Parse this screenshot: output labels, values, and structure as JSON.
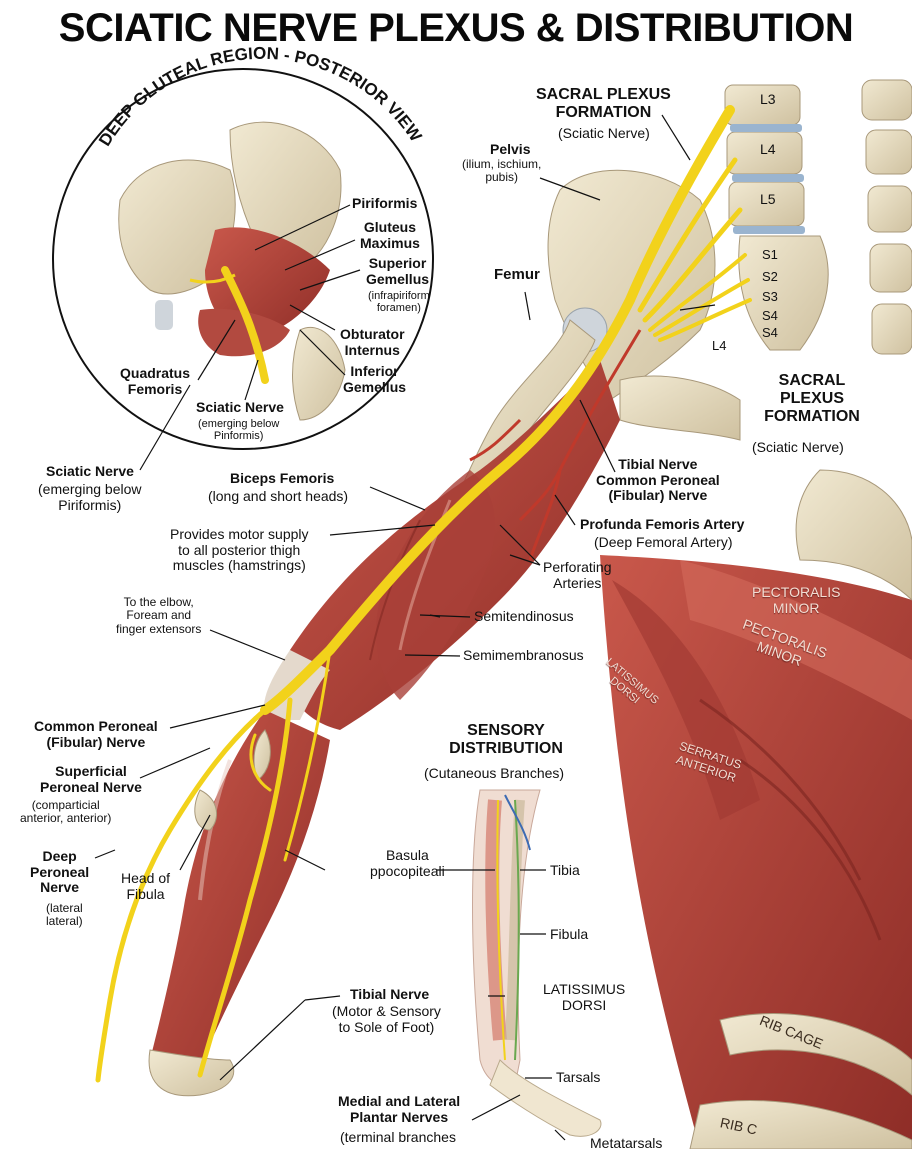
{
  "title": "SCIATIC NERVE PLEXUS & DISTRIBUTION",
  "inset": {
    "heading": "DEEP GLUTEAL REGION - POSTERIOR VIEW",
    "labels": {
      "piriformis": "Piriformis",
      "gluteus_maximus": "Gluteus\nMaximus",
      "superior_gemellus": "Superior\nGemellus",
      "superior_gemellus_note": "(infrapiriform\nforamen)",
      "obturator_internus": "Obturator\nInternus",
      "inferior_gemellus": "Inferior\nGemellus",
      "quadratus_femoris": "Quadratus\nFemoris",
      "sciatic_nerve": "Sciatic Nerve",
      "sciatic_nerve_note": "(emerging below\nPinformis)"
    }
  },
  "plexus": {
    "heading": "SACRAL PLEXUS\nFORMATION",
    "heading_note": "(Sciatic Nerve)",
    "pelvis": "Pelvis",
    "pelvis_note": "(ilium, ischium,\npubis)",
    "femur": "Femur",
    "vertebrae": [
      "L3",
      "L4",
      "L5"
    ],
    "sacral": [
      "S1",
      "S2",
      "S3",
      "S4",
      "S4"
    ],
    "l4_root": "L4",
    "side_heading": "SACRAL\nPLEXUS\nFORMATION",
    "side_heading_note": "(Sciatic Nerve)"
  },
  "thigh": {
    "sciatic": "Sciatic Nerve",
    "sciatic_note": "(emerging below\nPiriformis)",
    "biceps": "Biceps Femoris",
    "biceps_note": "(long and short heads)",
    "motor_supply": "Provides motor supply\nto all posterior thigh\nmuscles (hamstrings)",
    "tibial_common": "Tibial Nerve\nCommon Peroneal\n(Fibular) Nerve",
    "profunda": "Profunda Femoris Artery",
    "profunda_note": "(Deep Femoral Artery)",
    "perforating": "Perforating\nArteries",
    "elbow": "To the elbow,\nFoream and\nfinger extensors",
    "semitendinosus": "Semitendinosus",
    "semimembranosus": "Semimembranosus"
  },
  "leg": {
    "common_peroneal": "Common Peroneal\n(Fibular) Nerve",
    "superficial": "Superficial\nPeroneal Nerve",
    "superficial_note": "(comparticial\nanterior, anterior)",
    "deep": "Deep\nPeroneal\nNerve",
    "deep_note": "(lateral\nlateral)",
    "head_fibula": "Head of\nFibula",
    "tibial": "Tibial Nerve",
    "tibial_note": "(Motor & Sensory\nto Sole of Foot)",
    "plantar": "Medial and Lateral\nPlantar Nerves",
    "plantar_note": "(terminal branches"
  },
  "sensory": {
    "heading": "SENSORY\nDISTRIBUTION",
    "heading_note": "(Cutaneous Branches)",
    "basula": "Basula\nppocopiteali",
    "tibia": "Tibia",
    "fibula": "Fibula",
    "latissimus": "LATISSIMUS\nDORSI",
    "tarsals": "Tarsals",
    "metatarsals": "Metatarsals"
  },
  "torso": {
    "pectoralis_1": "PECTORALIS\nMINOR",
    "pectoralis_2": "PECTORALIS\nMINOR",
    "latissimus": "LATISSIMUS\nDORSI",
    "serratus": "SERRATUS\nANTERIOR",
    "rib_cage_1": "RIB CAGE",
    "rib_cage_2": "RIB C"
  },
  "colors": {
    "nerve": "#f2d21b",
    "muscle": "#b8463d",
    "bone": "#e6dcc0",
    "artery": "#c0392b"
  }
}
